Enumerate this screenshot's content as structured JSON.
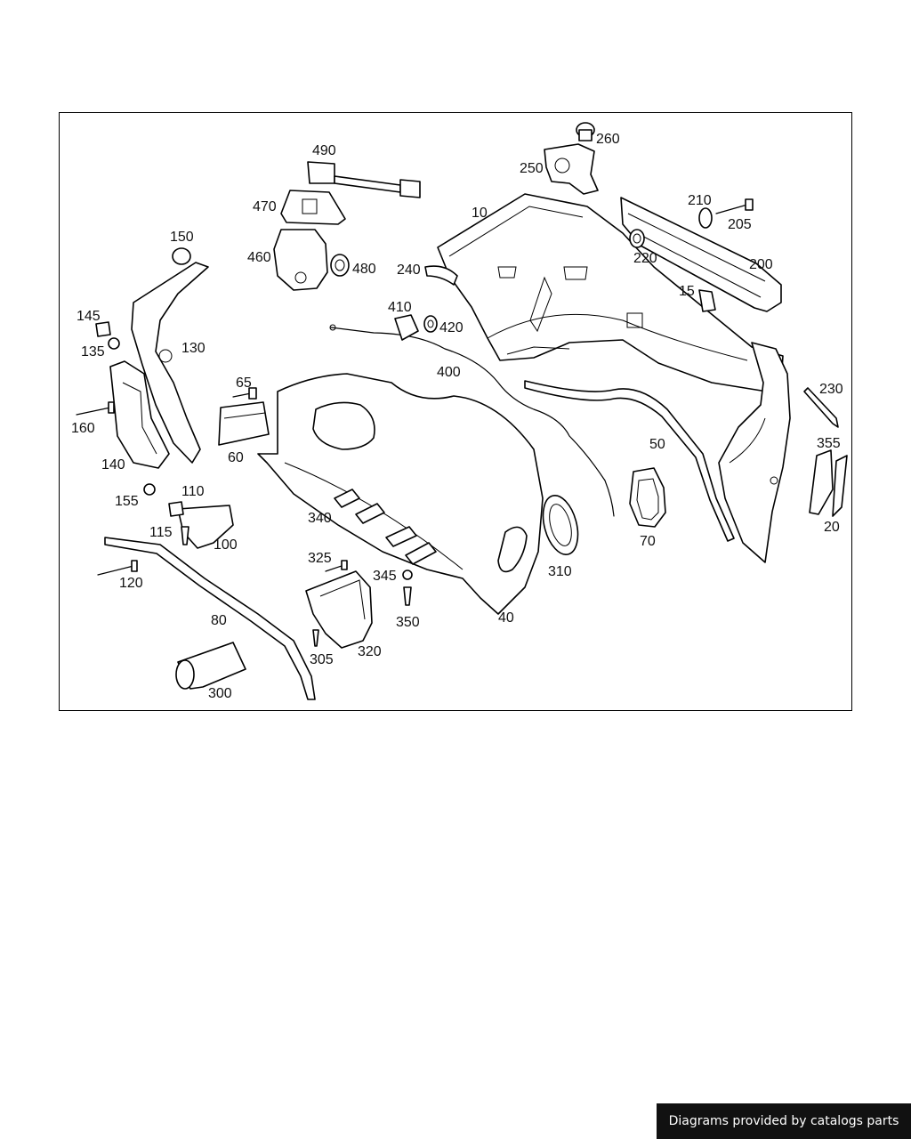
{
  "diagram": {
    "callouts": [
      {
        "id": "10",
        "label": "10"
      },
      {
        "id": "15",
        "label": "15"
      },
      {
        "id": "20",
        "label": "20"
      },
      {
        "id": "40",
        "label": "40"
      },
      {
        "id": "50",
        "label": "50"
      },
      {
        "id": "60",
        "label": "60"
      },
      {
        "id": "65",
        "label": "65"
      },
      {
        "id": "70",
        "label": "70"
      },
      {
        "id": "80",
        "label": "80"
      },
      {
        "id": "100",
        "label": "100"
      },
      {
        "id": "110",
        "label": "110"
      },
      {
        "id": "115",
        "label": "115"
      },
      {
        "id": "120",
        "label": "120"
      },
      {
        "id": "130",
        "label": "130"
      },
      {
        "id": "135",
        "label": "135"
      },
      {
        "id": "140",
        "label": "140"
      },
      {
        "id": "145",
        "label": "145"
      },
      {
        "id": "150",
        "label": "150"
      },
      {
        "id": "155",
        "label": "155"
      },
      {
        "id": "160",
        "label": "160"
      },
      {
        "id": "200",
        "label": "200"
      },
      {
        "id": "205",
        "label": "205"
      },
      {
        "id": "210",
        "label": "210"
      },
      {
        "id": "220",
        "label": "220"
      },
      {
        "id": "230",
        "label": "230"
      },
      {
        "id": "240",
        "label": "240"
      },
      {
        "id": "250",
        "label": "250"
      },
      {
        "id": "260",
        "label": "260"
      },
      {
        "id": "300",
        "label": "300"
      },
      {
        "id": "305",
        "label": "305"
      },
      {
        "id": "310",
        "label": "310"
      },
      {
        "id": "320",
        "label": "320"
      },
      {
        "id": "325",
        "label": "325"
      },
      {
        "id": "340",
        "label": "340"
      },
      {
        "id": "345",
        "label": "345"
      },
      {
        "id": "350",
        "label": "350"
      },
      {
        "id": "355",
        "label": "355"
      },
      {
        "id": "400",
        "label": "400"
      },
      {
        "id": "410",
        "label": "410"
      },
      {
        "id": "420",
        "label": "420"
      },
      {
        "id": "460",
        "label": "460"
      },
      {
        "id": "470",
        "label": "470"
      },
      {
        "id": "480",
        "label": "480"
      },
      {
        "id": "490",
        "label": "490"
      }
    ]
  },
  "footer": {
    "text": "Diagrams provided by catalogs parts"
  }
}
